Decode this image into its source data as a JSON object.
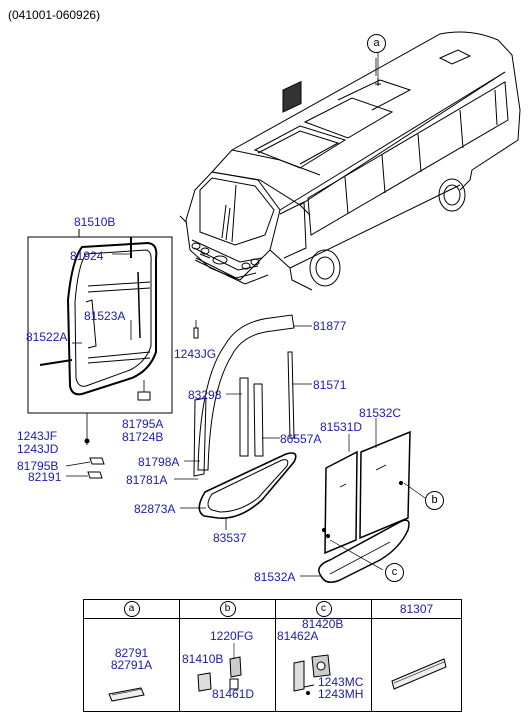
{
  "header": {
    "date_range": "(041001-060926)"
  },
  "callouts": {
    "a": "a",
    "b": "b",
    "c": "c"
  },
  "parts": {
    "p81510B": "81510B",
    "p81924": "81924",
    "p81523A": "81523A",
    "p81522A": "81522A",
    "p1243JG": "1243JG",
    "p81877": "81877",
    "p81571": "81571",
    "p83298": "83298",
    "p81795A": "81795A",
    "p81724B": "81724B",
    "p1243JF": "1243JF",
    "p1243JD": "1243JD",
    "p81795B": "81795B",
    "p82191": "82191",
    "p81532C": "81532C",
    "p81531D": "81531D",
    "p86557A": "86557A",
    "p81798A": "81798A",
    "p81781A": "81781A",
    "p82873A": "82873A",
    "p83537": "83537",
    "p81532A": "81532A"
  },
  "legend": {
    "headers": {
      "a": "a",
      "b": "b",
      "c": "c",
      "d": "81307"
    },
    "col_a": [
      "82791",
      "82791A"
    ],
    "col_b": [
      "1220FG",
      "81410B",
      "81461D"
    ],
    "col_c": [
      "81420B",
      "81462A",
      "1243MC",
      "1243MH"
    ]
  }
}
